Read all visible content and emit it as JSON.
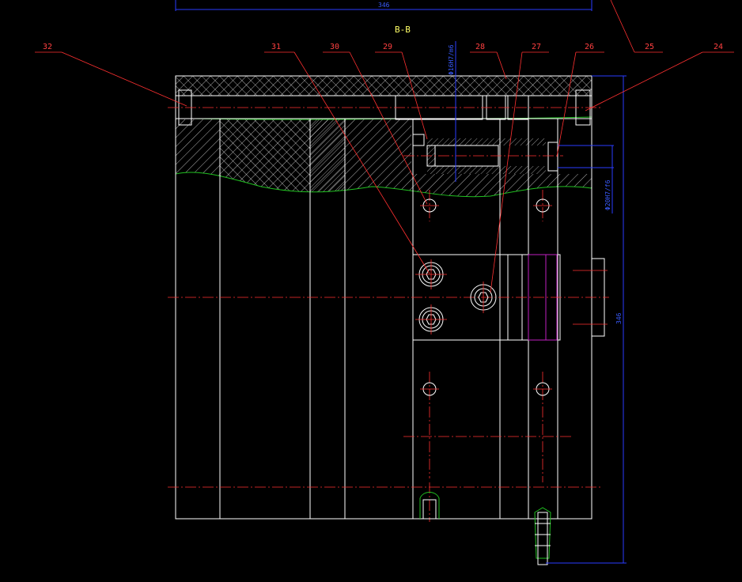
{
  "view_title": "B-B",
  "dimensions": {
    "top_width": "346",
    "right_height": "346",
    "upper_fit": "Φ16H7/m6",
    "lower_fit": "Φ20H7/f6"
  },
  "leaders": [
    {
      "id": "l32",
      "label": "32"
    },
    {
      "id": "l31",
      "label": "31"
    },
    {
      "id": "l30",
      "label": "30"
    },
    {
      "id": "l29",
      "label": "29"
    },
    {
      "id": "l28",
      "label": "28"
    },
    {
      "id": "l27",
      "label": "27"
    },
    {
      "id": "l26",
      "label": "26"
    },
    {
      "id": "l25",
      "label": "25"
    },
    {
      "id": "l24",
      "label": "24"
    }
  ],
  "colors": {
    "background": "#000000",
    "outline": "#ffffff",
    "centerline": "#ff3030",
    "dimension": "#2a3cff",
    "break_line": "#20c020",
    "title": "#ffff66"
  }
}
